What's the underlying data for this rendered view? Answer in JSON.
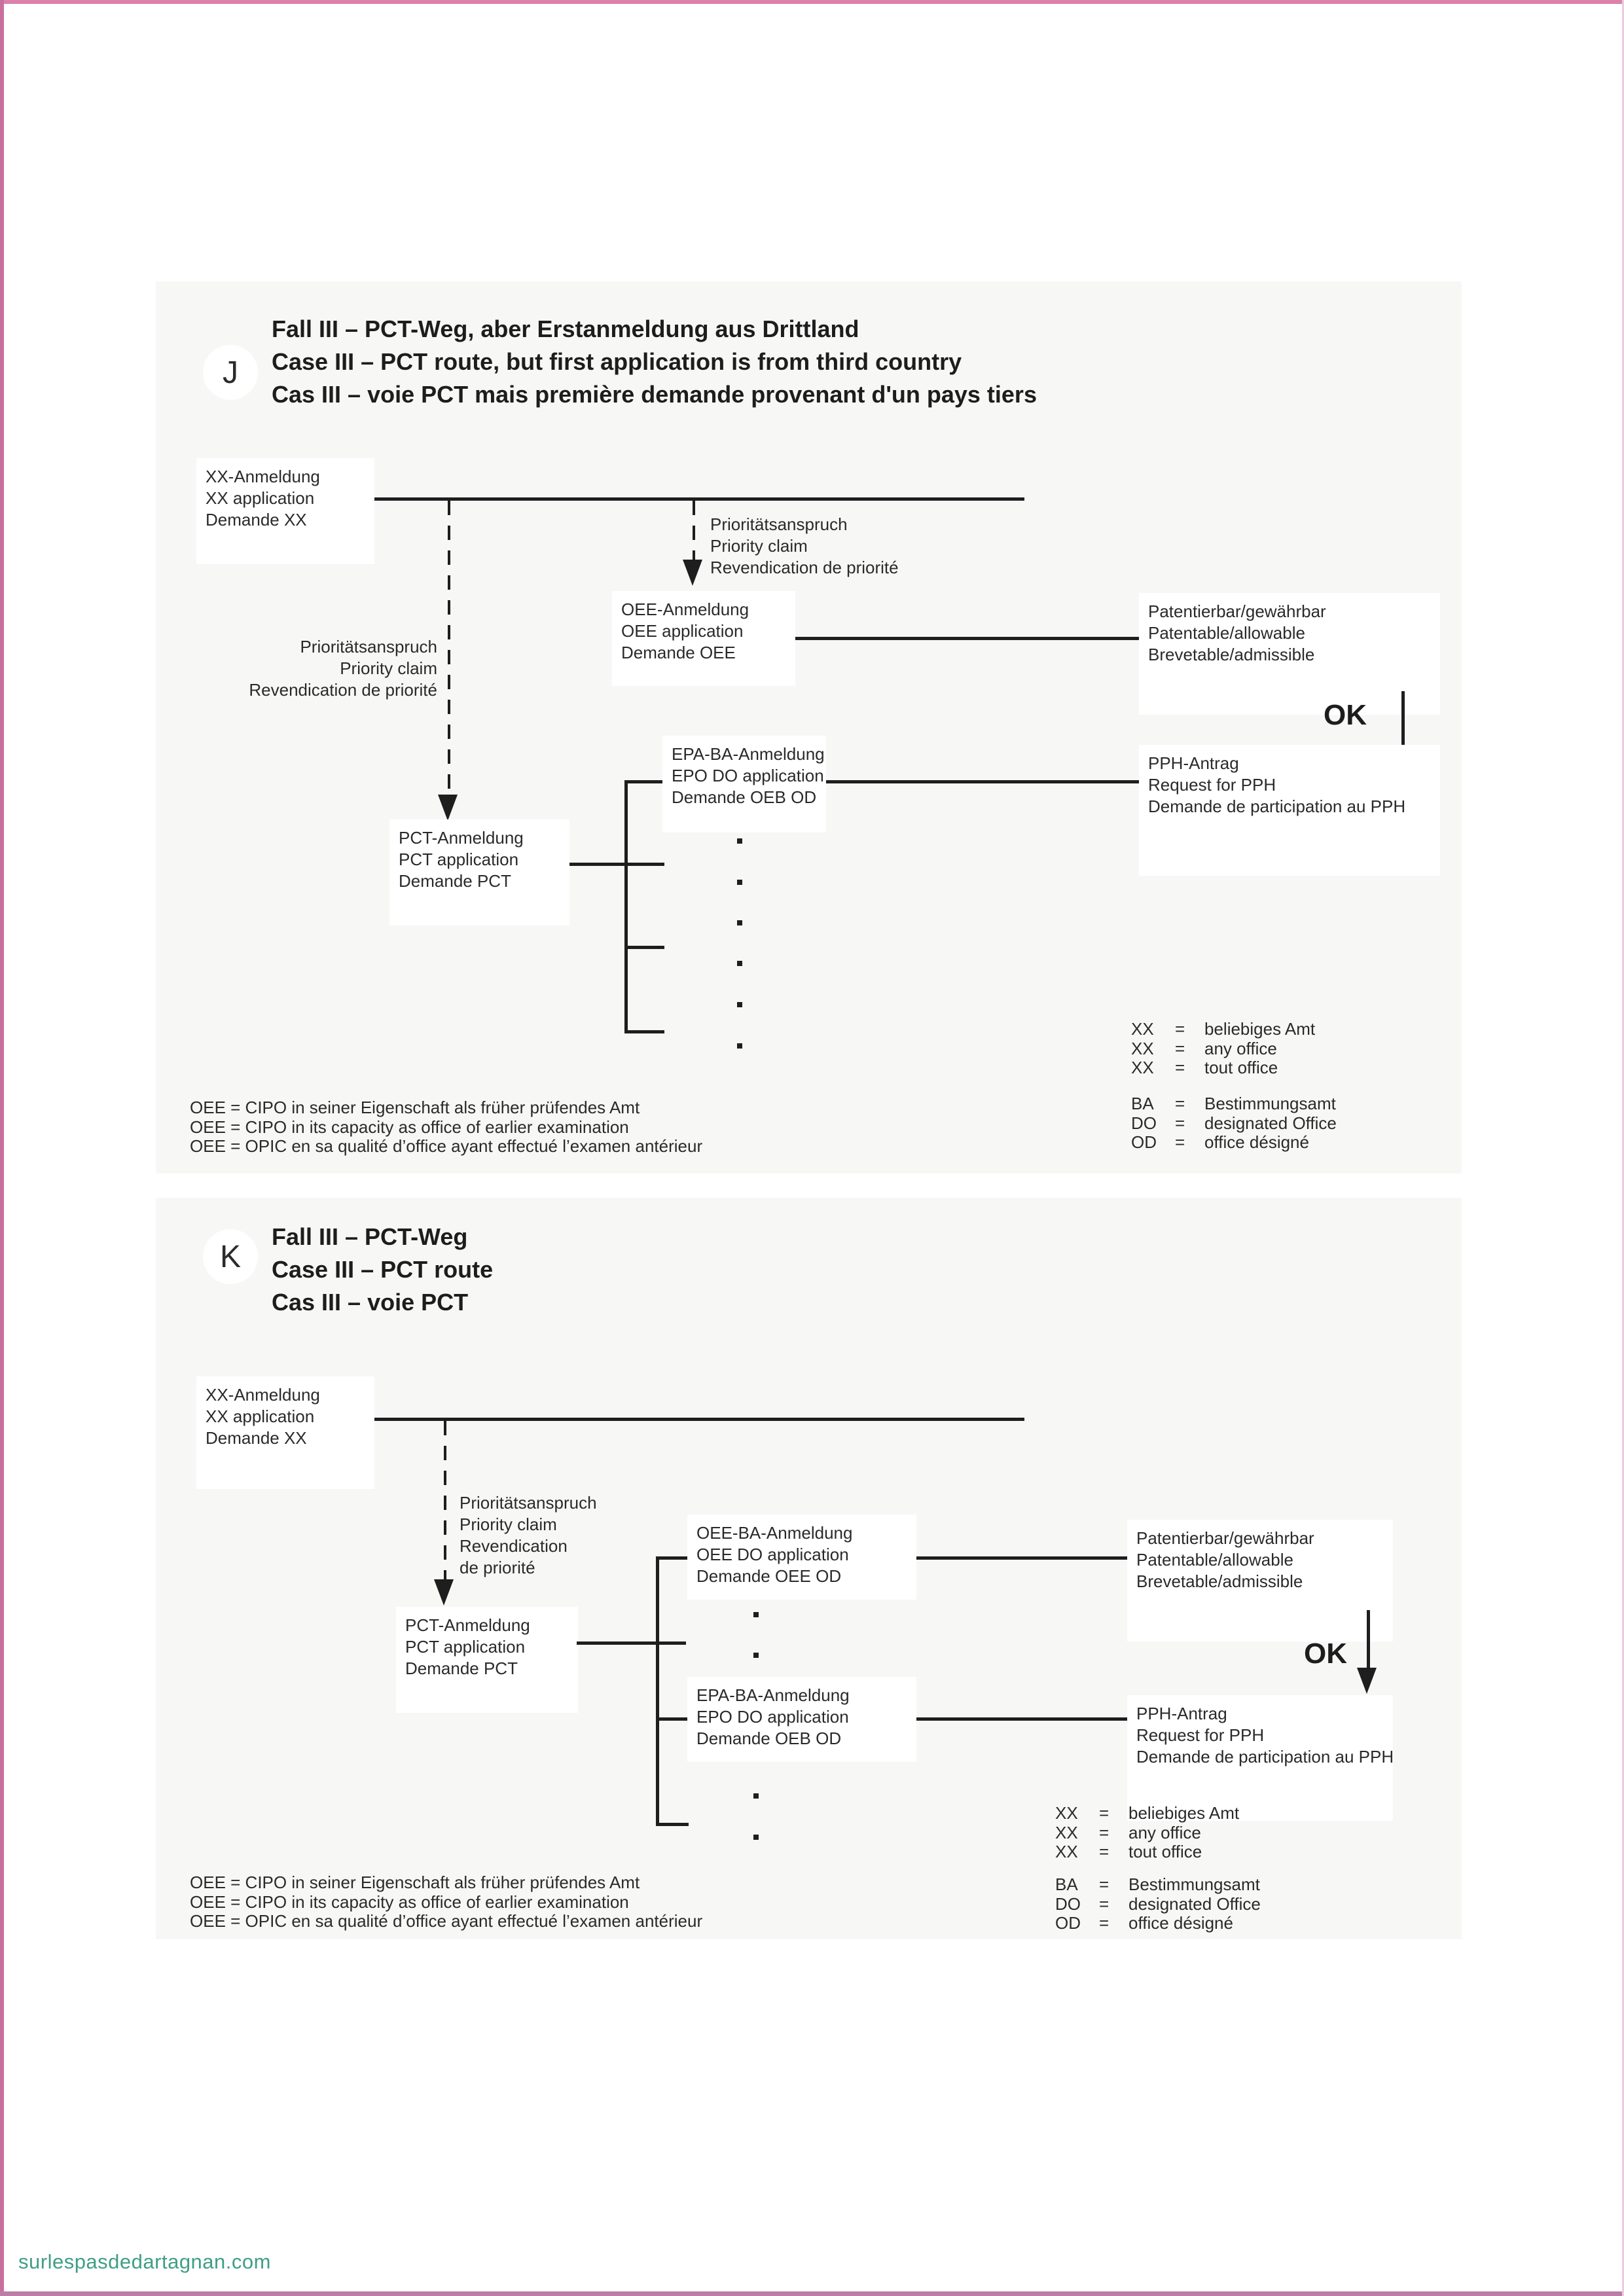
{
  "page": {
    "watermark": "surlespasdedartagnan.com"
  },
  "shared": {
    "ok": "OK",
    "eq": "=",
    "footnotes": [
      "OEE = CIPO in seiner Eigenschaft als früher prüfendes Amt",
      "OEE = CIPO in its capacity as office of earlier examination",
      "OEE = OPIC en sa qualité d’office ayant effectué l’examen antérieur"
    ],
    "legend_offices": [
      {
        "abbr": "XX",
        "label": "beliebiges Amt"
      },
      {
        "abbr": "XX",
        "label": "any office"
      },
      {
        "abbr": "XX",
        "label": "tout office"
      }
    ],
    "legend_designated": [
      {
        "abbr": "BA",
        "label": "Bestimmungsamt"
      },
      {
        "abbr": "DO",
        "label": "designated Office"
      },
      {
        "abbr": "OD",
        "label": "office désigné"
      }
    ],
    "labels": {
      "xx_application": [
        "XX-Anmeldung",
        "XX application",
        "Demande XX"
      ],
      "priority_claim": [
        "Prioritätsanspruch",
        "Priority claim",
        "Revendication de priorité"
      ],
      "priority_claim_wrapped": [
        "Prioritätsanspruch",
        "Priority claim",
        "Revendication",
        "de priorité"
      ],
      "pct_application": [
        "PCT-Anmeldung",
        "PCT application",
        "Demande PCT"
      ],
      "oee_application": [
        "OEE-Anmeldung",
        "OEE application",
        "Demande OEE"
      ],
      "oee_ba_application": [
        "OEE-BA-Anmeldung",
        "OEE DO application",
        "Demande OEE OD"
      ],
      "epa_ba_application": [
        "EPA-BA-Anmeldung",
        "EPO DO application",
        "Demande OEB OD"
      ],
      "patentable": [
        "Patentierbar/gewährbar",
        "Patentable/allowable",
        "Brevetable/admissible"
      ],
      "pph_request": [
        "PPH-Antrag",
        "Request for PPH",
        "Demande de participation au PPH"
      ]
    }
  },
  "panel_j": {
    "badge": "J",
    "title": [
      "Fall III – PCT-Weg, aber Erstanmeldung aus Drittland",
      "Case III – PCT route, but first application is from third country",
      "Cas III – voie PCT mais première demande provenant d'un pays tiers"
    ]
  },
  "panel_k": {
    "badge": "K",
    "title": [
      "Fall III – PCT-Weg",
      "Case III – PCT route",
      "Cas III – voie PCT"
    ]
  }
}
